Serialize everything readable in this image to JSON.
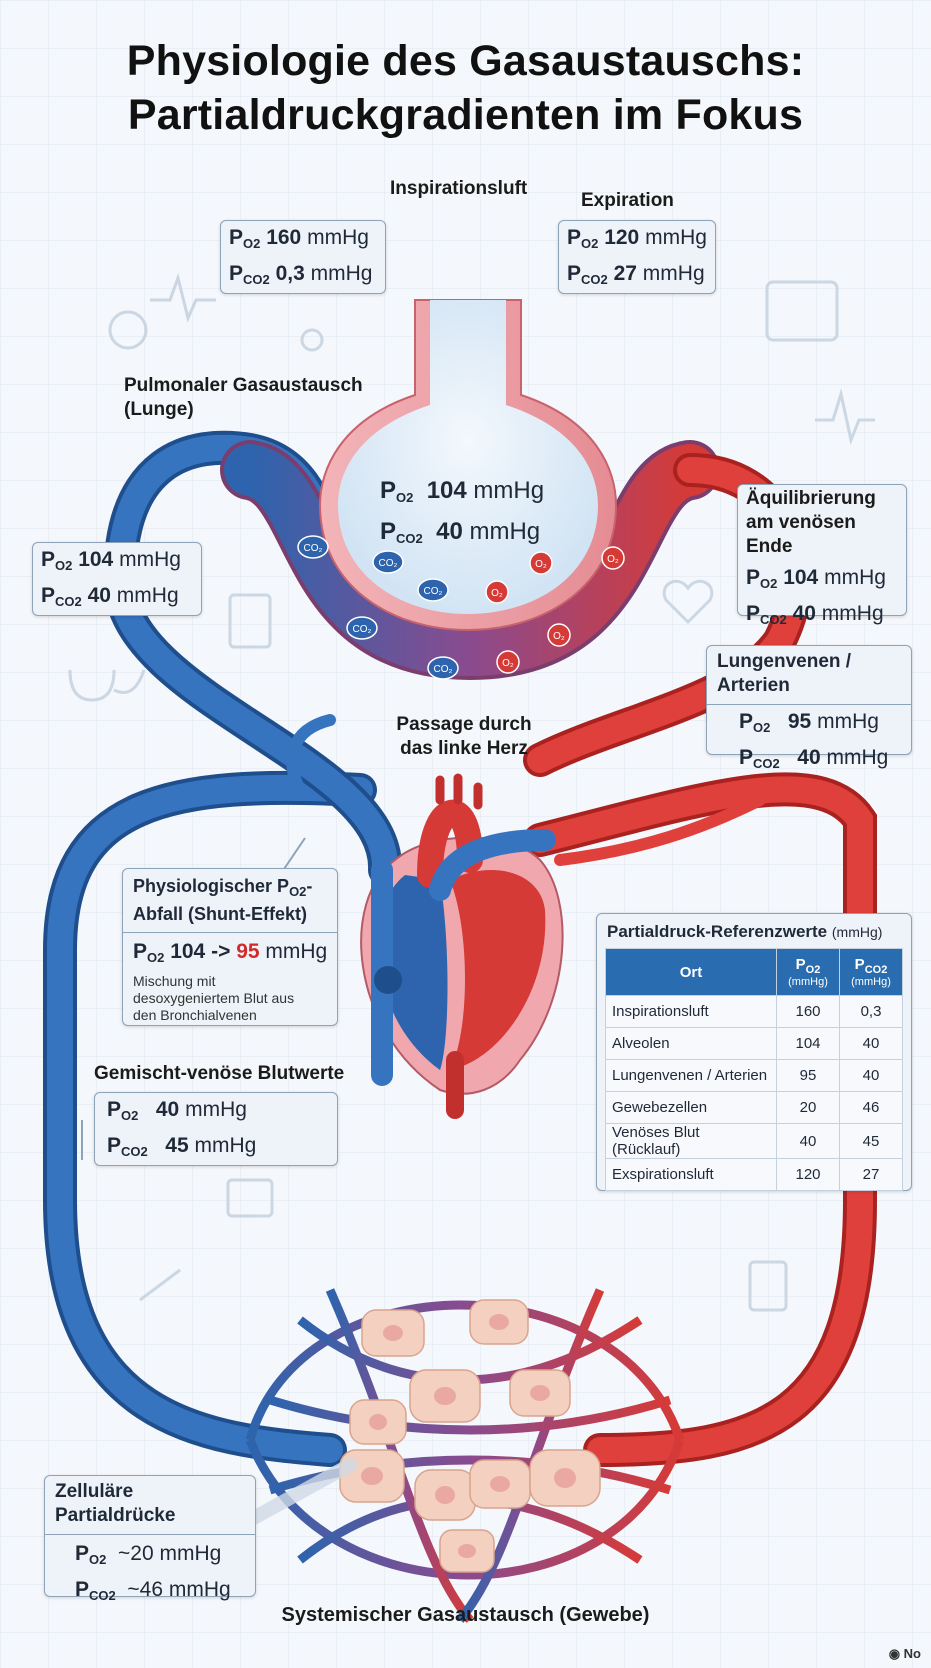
{
  "title": {
    "line1": "Physiologie des Gasaustauschs:",
    "line2": "Partialdruckgradienten im Fokus"
  },
  "symbols": {
    "p": "P",
    "o2": "O2",
    "co2": "CO2"
  },
  "inspiration": {
    "label": "Inspirationsluft",
    "po2": "160",
    "pco2": "0,3",
    "unit": "mmHg"
  },
  "expiration": {
    "label": "Expiration",
    "po2": "120",
    "pco2": "27",
    "unit": "mmHg"
  },
  "pulmonary": {
    "label_line1": "Pulmonaler Gasaustausch",
    "label_line2": "(Lunge)"
  },
  "alveolus": {
    "po2": "104",
    "pco2": "40",
    "unit": "mmHg"
  },
  "left_box": {
    "po2": "104",
    "pco2": "40",
    "unit": "mmHg"
  },
  "equilibration": {
    "title_line1": "Äquilibrierung",
    "title_line2": "am venösen Ende",
    "po2": "104",
    "pco2": "40",
    "unit": "mmHg"
  },
  "pulm_veins": {
    "title": "Lungenvenen / Arterien",
    "po2": "95",
    "pco2": "40",
    "unit": "mmHg"
  },
  "heart_label": {
    "line1": "Passage durch",
    "line2": "das linke Herz"
  },
  "shunt": {
    "title_line1_a": "Physiologischer P",
    "title_line1_sub": "O2",
    "title_line1_b": "-",
    "title_line2": "Abfall (Shunt-Effekt)",
    "value_from": "104 ->",
    "value_to": "95",
    "unit": "mmHg",
    "note_line1": "Mischung mit",
    "note_line2": "desoxygeniertem Blut aus",
    "note_line3": "den Bronchialvenen"
  },
  "mixed_venous": {
    "label": "Gemischt-venöse Blutwerte",
    "po2": "40",
    "pco2": "45",
    "unit": "mmHg"
  },
  "cellular": {
    "title": "Zelluläre Partialdrücke",
    "po2": "~20",
    "pco2": "~46",
    "unit": "mmHg"
  },
  "systemic_label": "Systemischer Gasaustausch (Gewebe)",
  "reference_table": {
    "title": "Partialdruck-Referenzwerte",
    "title_unit": "(mmHg)",
    "col_ort": "Ort",
    "col_unit": "(mmHg)",
    "rows": [
      {
        "ort": "Inspirationsluft",
        "po2": "160",
        "pco2": "0,3"
      },
      {
        "ort": "Alveolen",
        "po2": "104",
        "pco2": "40"
      },
      {
        "ort": "Lungenvenen / Arterien",
        "po2": "95",
        "pco2": "40"
      },
      {
        "ort": "Gewebezellen",
        "po2": "20",
        "pco2": "46"
      },
      {
        "ort": "Venöses Blut (Rücklauf)",
        "po2": "40",
        "pco2": "45"
      },
      {
        "ort": "Exspirationsluft",
        "po2": "120",
        "pco2": "27"
      }
    ]
  },
  "corner_mark": "No",
  "colors": {
    "venous_blue": "#2d64ad",
    "arterial_red": "#d63a37",
    "table_header": "#2a6cb0",
    "background": "#f4f7fb"
  }
}
